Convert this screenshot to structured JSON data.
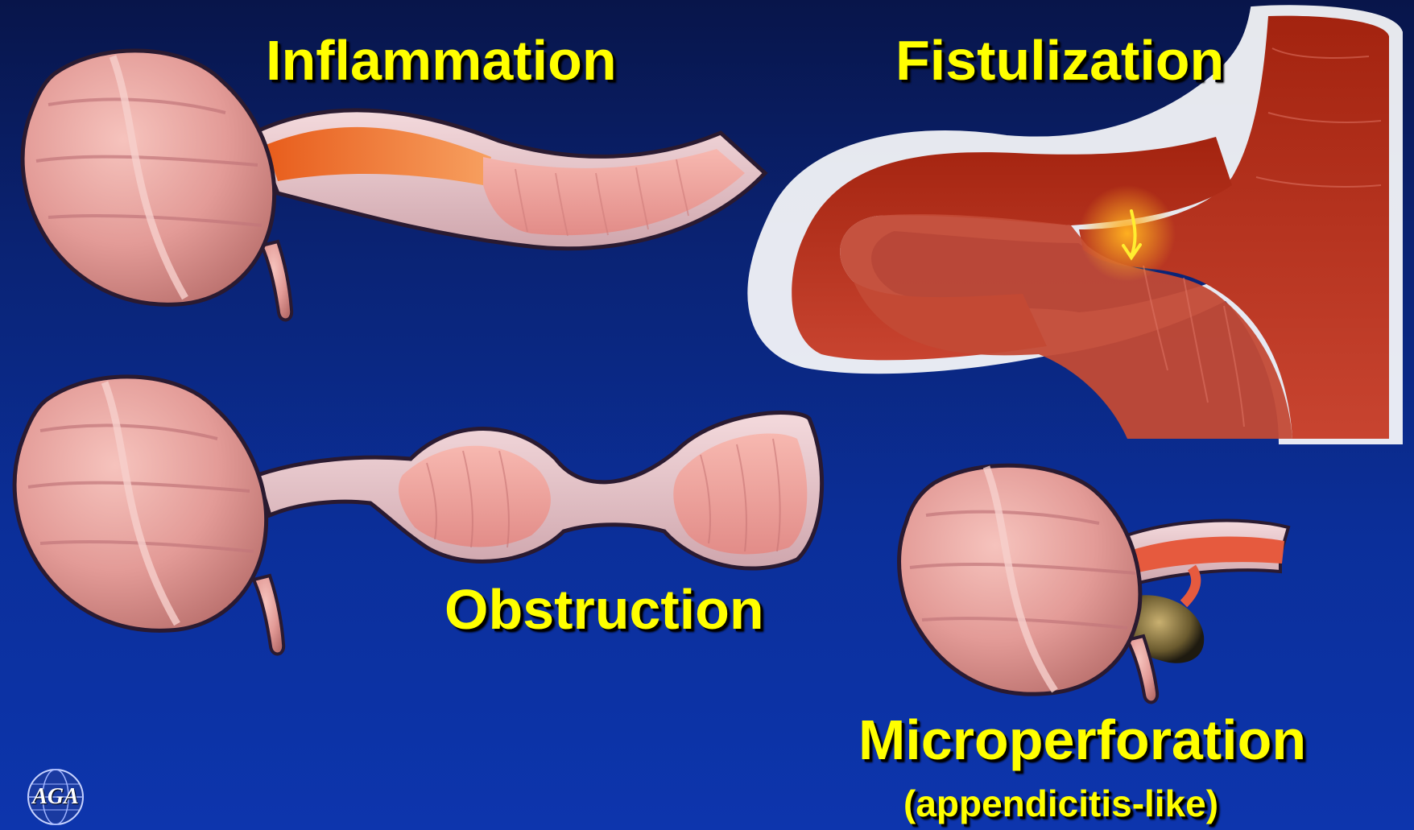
{
  "labels": {
    "inflammation": "Inflammation",
    "fistulization": "Fistulization",
    "obstruction": "Obstruction",
    "microperforation": "Microperforation",
    "microperforation_sub": "(appendicitis-like)"
  },
  "logo": {
    "text": "AGA",
    "icon": "globe-logo-icon"
  },
  "colors": {
    "background_top": "#08154a",
    "background_bottom": "#0d35ad",
    "label": "#ffff00",
    "tissue": "#e9a3a0",
    "inflamed": "#b8301c",
    "highlight": "#f07a1a"
  }
}
